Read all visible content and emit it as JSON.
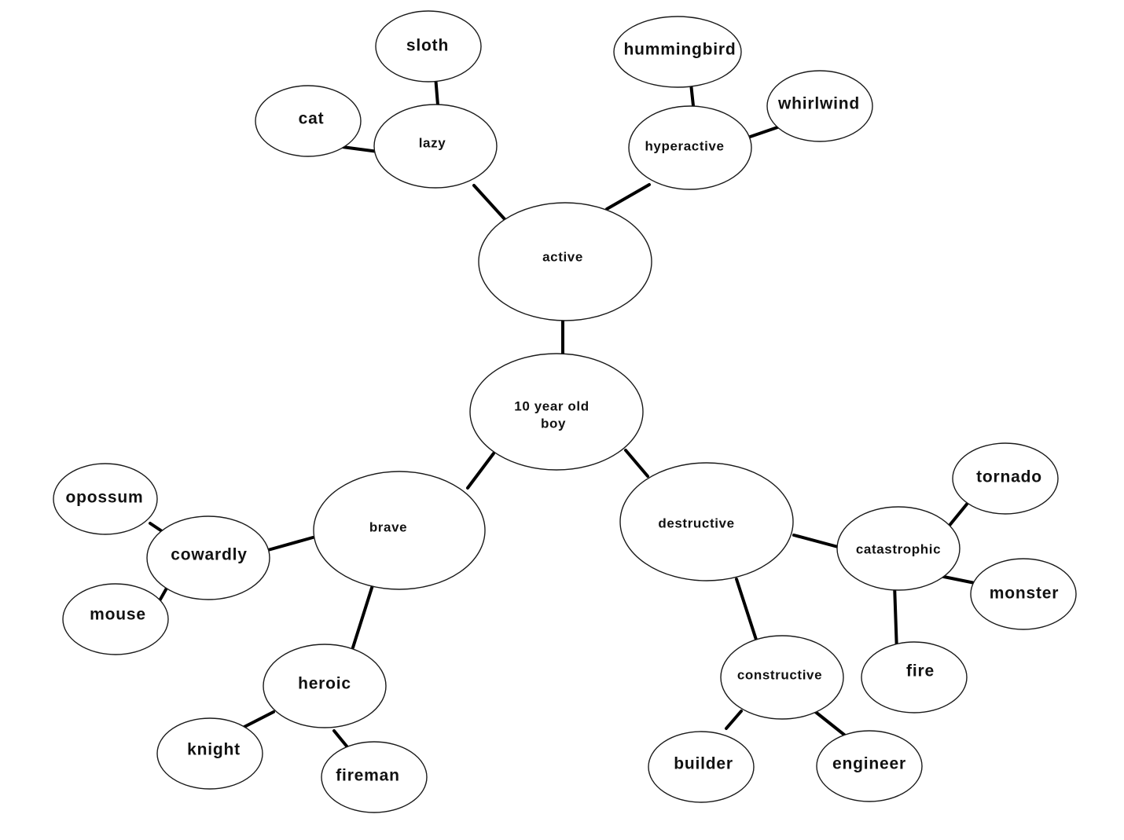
{
  "center": {
    "line1": "10 year old",
    "line2": "boy"
  },
  "nodes": {
    "active": "active",
    "lazy": "lazy",
    "sloth": "sloth",
    "cat": "cat",
    "hyperactive": "hyperactive",
    "hummingbird": "hummingbird",
    "whirlwind": "whirlwind",
    "brave": "brave",
    "cowardly": "cowardly",
    "opossum": "opossum",
    "mouse": "mouse",
    "heroic": "heroic",
    "knight": "knight",
    "fireman": "fireman",
    "destructive": "destructive",
    "catastrophic": "catastrophic",
    "tornado": "tornado",
    "monster": "monster",
    "fire": "fire",
    "constructive": "constructive",
    "builder": "builder",
    "engineer": "engineer"
  }
}
